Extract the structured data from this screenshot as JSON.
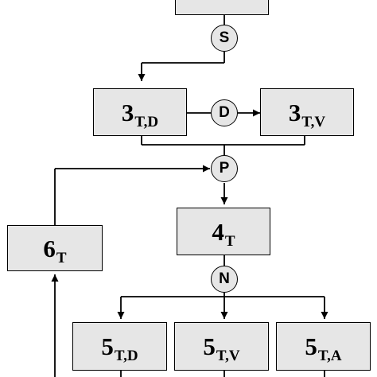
{
  "boxes": {
    "top": {
      "main": "",
      "sub": ""
    },
    "b3td": {
      "main": "3",
      "sub": "T,D"
    },
    "b3tv": {
      "main": "3",
      "sub": "T,V"
    },
    "b4t": {
      "main": "4",
      "sub": "T"
    },
    "b6t": {
      "main": "6",
      "sub": "T"
    },
    "b5td": {
      "main": "5",
      "sub": "T,D"
    },
    "b5tv": {
      "main": "5",
      "sub": "T,V"
    },
    "b5ta": {
      "main": "5",
      "sub": "T,A"
    }
  },
  "nodes": {
    "s": "S",
    "d": "D",
    "p": "P",
    "n": "N"
  },
  "colors": {
    "box_fill": "#e6e6e6",
    "stroke": "#000000"
  }
}
